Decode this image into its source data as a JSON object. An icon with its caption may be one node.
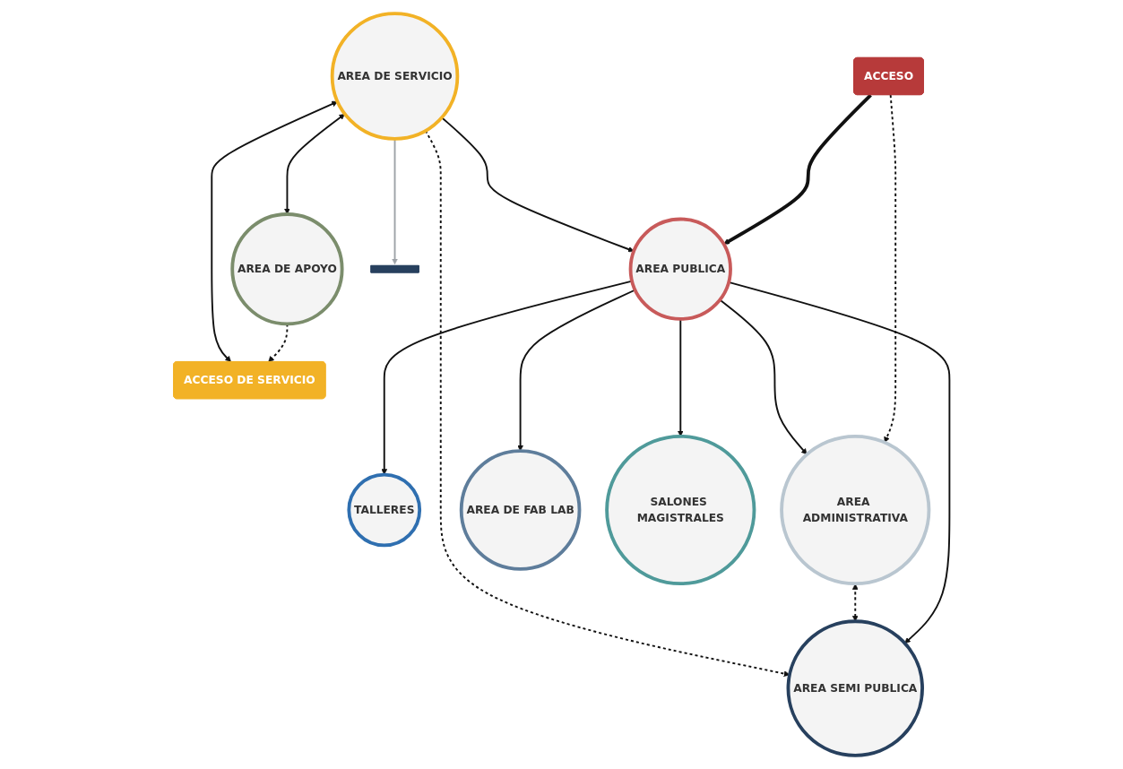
{
  "diagram": {
    "nodes": [
      {
        "text": [
          "ACCESO"
        ]
      },
      {
        "text": [
          "TALLERES"
        ]
      },
      {
        "text": [
          "AREA ADMINISTRATIVA"
        ]
      },
      {
        "text": [
          "AREA PUBLICA"
        ]
      },
      {
        "text": [
          "AREA DE FAB LAB"
        ]
      },
      {
        "text": [
          "SALONES MAGISTRALES"
        ]
      },
      {
        "text": [
          "AREA SEMI PUBLICA"
        ]
      },
      {
        "text": [
          "AREA DE SERVICIO"
        ]
      },
      {
        "text": [
          "AREA DE APOYO"
        ]
      },
      {
        "text": [
          "ACCESO DE SERVICIO"
        ]
      }
    ],
    "edges": [
      {
        "from": 0,
        "to": 2,
        "arrow": "to",
        "style": "dashed"
      },
      {
        "from": 0,
        "to": 3,
        "arrow": "to",
        "style": "thick"
      },
      {
        "from": 3,
        "to": 1,
        "arrow": "to"
      },
      {
        "from": 3,
        "to": 4,
        "arrow": "to"
      },
      {
        "from": 3,
        "to": 2,
        "arrow": "to"
      },
      {
        "from": 3,
        "to": 5,
        "arrow": "to"
      },
      {
        "from": 3,
        "to": 6,
        "arrow": "to"
      },
      {
        "from": 2,
        "to": 6,
        "arrow": "both",
        "style": "dashed"
      },
      {
        "from": 7,
        "to": 3,
        "arrow": "to"
      },
      {
        "from": 7,
        "to": 6,
        "arrow": "to",
        "style": "dashed"
      },
      {
        "from": 7,
        "to": null,
        "arrow": "to",
        "color": "#9ea3a8"
      },
      {
        "from": 7,
        "to": 8,
        "arrow": "both"
      },
      {
        "from": 9,
        "to": 7,
        "arrow": "both"
      },
      {
        "from": 8,
        "to": 9,
        "arrow": "to",
        "style": "dashed"
      }
    ]
  }
}
